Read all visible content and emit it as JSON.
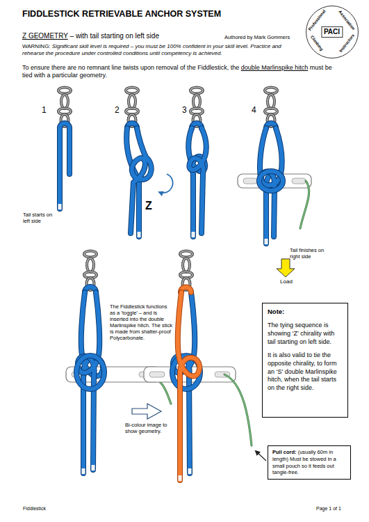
{
  "diagram": {
    "title": "FIDDLESTICK RETRIEVABLE ANCHOR SYSTEM",
    "nodes": [
      {
        "text": [
          "Professional",
          "Association",
          "Climbing",
          "Instructors",
          "PACI"
        ]
      },
      {
        "text": [
          "Note:",
          "The tying sequence is showing ‘Z’ chirality with tail starting on left side.",
          "It is also valid to tie the opposite chirality, to form an ‘S’ double Marlinspike hitch, when the tail starts on the right side."
        ]
      },
      {
        "text": [
          "Pull cord:",
          "(usually 60m in length) Must be stowed in a small pouch so it feeds out tangle-free."
        ]
      }
    ],
    "labels": [
      "Z GEOMETRY",
      "– with tail starting on left side",
      "Authored by Mark Gommers",
      "WARNING:",
      "Significant skill level is required – you must be 100% confident in your skill level. Practice and rehearse the procedure under controlled conditions until competency is achieved.",
      "To ensure there are no remnant line twists upon removal of the Fiddlestick, the",
      "double Marlinspike hitch",
      "must be tied with a particular geometry.",
      "1",
      "2",
      "3",
      "4",
      "Tail starts on left side",
      "Z",
      "Tail finishes on right side",
      "Load",
      "The Fiddlestick functions as a ‘toggle’ – and is inserted into the double Marlinspike hitch. The stick is made from shatter-proof Polycarbonate.",
      "Bi-colour image to show geometry.",
      "Fiddlestick",
      "Page 1 of 1"
    ]
  }
}
